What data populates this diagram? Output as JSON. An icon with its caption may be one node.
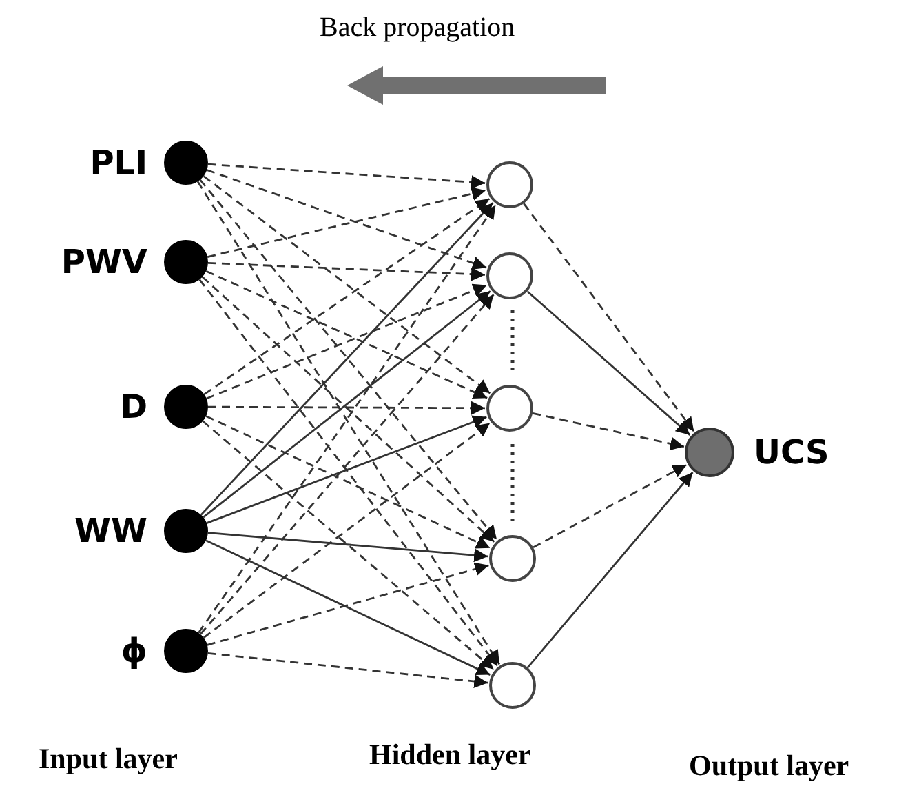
{
  "diagram": {
    "nodes": [
      {
        "text": [
          "PLI"
        ]
      },
      {
        "text": [
          "PWV"
        ]
      },
      {
        "text": [
          "D"
        ]
      },
      {
        "text": [
          "WW"
        ]
      },
      {
        "text": [
          "ϕ"
        ]
      },
      {
        "text": [],
        "shape": "circle"
      },
      {
        "text": [],
        "shape": "circle"
      },
      {
        "text": [],
        "shape": "circle"
      },
      {
        "text": [],
        "shape": "circle"
      },
      {
        "text": [],
        "shape": "circle"
      },
      {
        "text": [
          "UCS"
        ]
      }
    ],
    "edges": [
      {
        "from": 0,
        "to": 5,
        "arrow": "to",
        "style": "dashed"
      },
      {
        "from": 0,
        "to": 6,
        "arrow": "to",
        "style": "dashed"
      },
      {
        "from": 0,
        "to": 7,
        "arrow": "to",
        "style": "dashed"
      },
      {
        "from": 0,
        "to": 8,
        "arrow": "to",
        "style": "dashed"
      },
      {
        "from": 0,
        "to": 9,
        "arrow": "to",
        "style": "dashed"
      },
      {
        "from": 1,
        "to": 5,
        "arrow": "to",
        "style": "dashed"
      },
      {
        "from": 1,
        "to": 6,
        "arrow": "to",
        "style": "dashed"
      },
      {
        "from": 1,
        "to": 7,
        "arrow": "to",
        "style": "dashed"
      },
      {
        "from": 1,
        "to": 8,
        "arrow": "to",
        "style": "dashed"
      },
      {
        "from": 1,
        "to": 9,
        "arrow": "to",
        "style": "dashed"
      },
      {
        "from": 2,
        "to": 5,
        "arrow": "to",
        "style": "dashed"
      },
      {
        "from": 2,
        "to": 6,
        "arrow": "to",
        "style": "dashed"
      },
      {
        "from": 2,
        "to": 7,
        "arrow": "to",
        "style": "dashed"
      },
      {
        "from": 2,
        "to": 8,
        "arrow": "to",
        "style": "dashed"
      },
      {
        "from": 2,
        "to": 9,
        "arrow": "to",
        "style": "dashed"
      },
      {
        "from": 3,
        "to": 5,
        "arrow": "to"
      },
      {
        "from": 3,
        "to": 6,
        "arrow": "to"
      },
      {
        "from": 3,
        "to": 7,
        "arrow": "to"
      },
      {
        "from": 3,
        "to": 8,
        "arrow": "to"
      },
      {
        "from": 3,
        "to": 9,
        "arrow": "to"
      },
      {
        "from": 4,
        "to": 5,
        "arrow": "to",
        "style": "dashed"
      },
      {
        "from": 4,
        "to": 6,
        "arrow": "to",
        "style": "dashed"
      },
      {
        "from": 4,
        "to": 7,
        "arrow": "to",
        "style": "dashed"
      },
      {
        "from": 4,
        "to": 8,
        "arrow": "to",
        "style": "dashed"
      },
      {
        "from": 4,
        "to": 9,
        "arrow": "to",
        "style": "dashed"
      },
      {
        "from": 5,
        "to": 10,
        "arrow": "to",
        "style": "dashed"
      },
      {
        "from": 6,
        "to": 10,
        "arrow": "to"
      },
      {
        "from": 7,
        "to": 10,
        "arrow": "to",
        "style": "dashed"
      },
      {
        "from": 8,
        "to": 10,
        "arrow": "to",
        "style": "dashed"
      },
      {
        "from": 9,
        "to": 10,
        "arrow": "to"
      }
    ],
    "labels": [
      "Back propagation",
      "Input layer",
      "Hidden layer",
      "Output layer"
    ]
  }
}
